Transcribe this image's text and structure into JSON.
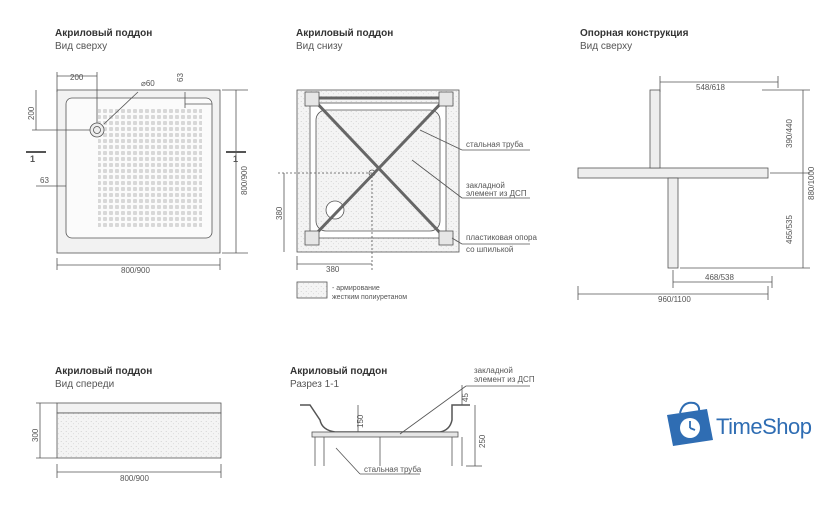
{
  "views": {
    "top": {
      "title": "Акриловый поддон",
      "subtitle": "Вид сверху"
    },
    "bottom": {
      "title": "Акриловый поддон",
      "subtitle": "Вид снизу"
    },
    "frame": {
      "title": "Опорная конструкция",
      "subtitle": "Вид сверху"
    },
    "front": {
      "title": "Акриловый поддон",
      "subtitle": "Вид спереди"
    },
    "section": {
      "title": "Акриловый поддон",
      "subtitle": "Разрез 1-1"
    }
  },
  "dims": {
    "top_200": "200",
    "top_d60": "⌀60",
    "top_63_right": "63",
    "top_200_left": "200",
    "top_63_left": "63",
    "top_width": "800/900",
    "top_depth": "800/900",
    "top_section_mark": "1",
    "bottom_380_h": "380",
    "bottom_380_v": "380",
    "frame_548": "548/618",
    "frame_390": "390/440",
    "frame_880": "880/1000",
    "frame_465": "465/535",
    "frame_468": "468/538",
    "frame_960": "960/1100",
    "front_300": "300",
    "front_width": "800/900",
    "section_150": "150",
    "section_45": "45",
    "section_250": "250"
  },
  "labels": {
    "steel_pipe": "стальная труба",
    "insert_line1": "закладной",
    "insert_line2": "элемент из ДСП",
    "plastic_line1": "пластиковая опора",
    "plastic_line2": "со шпилькой",
    "legend_line1": "- армирование",
    "legend_line2": "жестким полиуретаном",
    "section_insert_line1": "закладной",
    "section_insert_line2": "элемент из ДСП",
    "section_steel_pipe": "стальная труба"
  },
  "brand": {
    "name": "TimeShop",
    "color": "#2f6db3"
  }
}
